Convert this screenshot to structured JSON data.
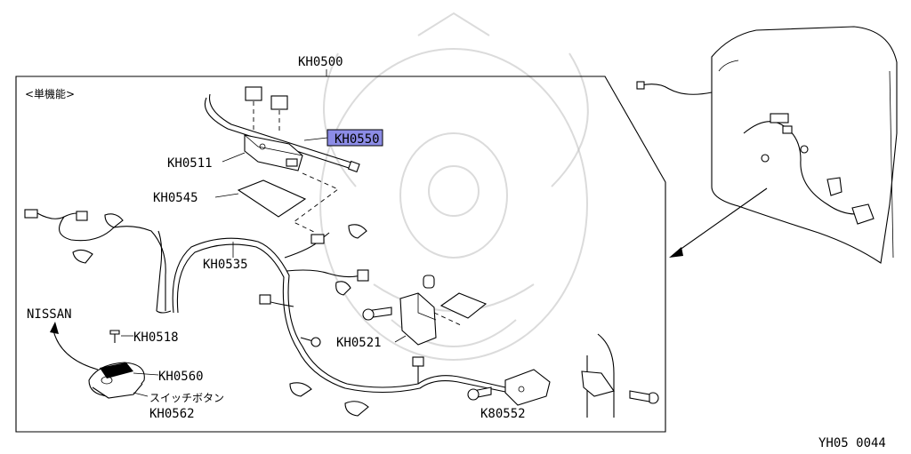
{
  "diagram": {
    "assembly_label": "KH0500",
    "section_label": "<単機能>",
    "footer_code": "YH05 0044",
    "brand_label": "NISSAN",
    "part_labels": {
      "kh0550": "KH0550",
      "kh0511": "KH0511",
      "kh0545": "KH0545",
      "kh0535": "KH0535",
      "kh0518": "KH0518",
      "kh0521": "KH0521",
      "kh0560": "KH0560",
      "kh0562": "KH0562",
      "k80552": "K80552"
    },
    "switch_caption": "スイッチボタン",
    "highlight_color": "#8c8ce6"
  }
}
